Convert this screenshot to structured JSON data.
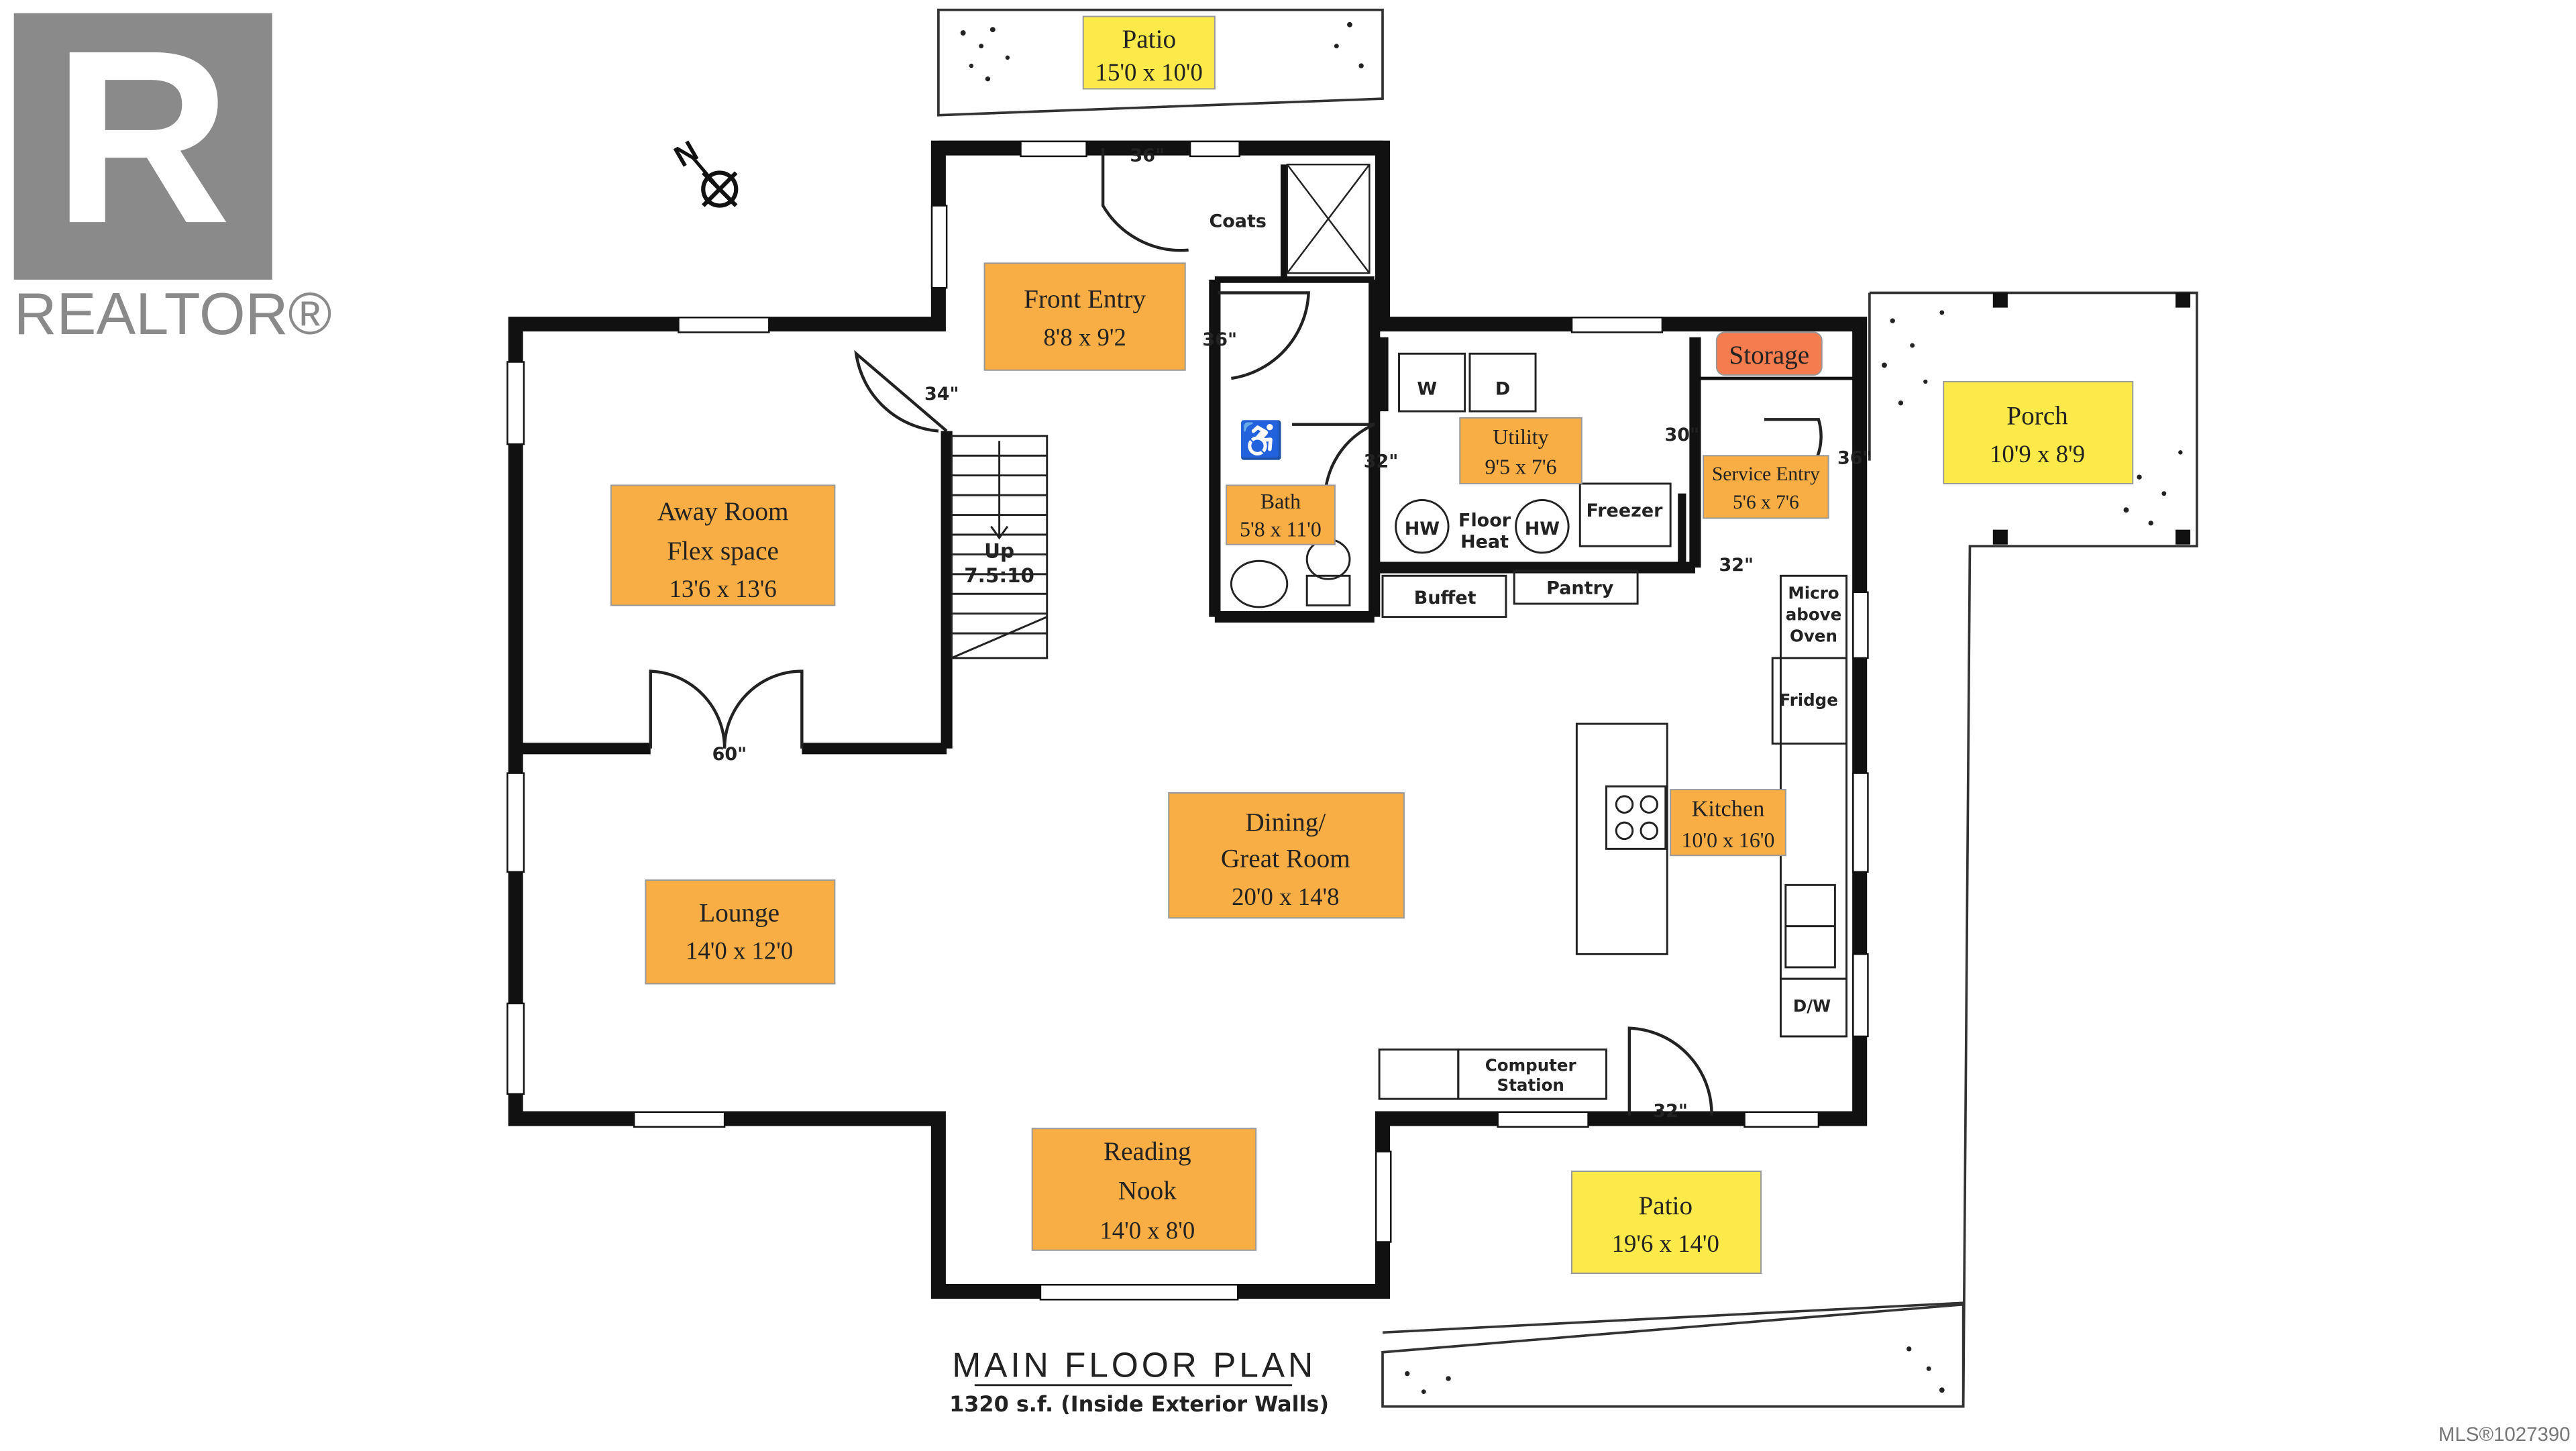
{
  "branding": {
    "realtor_mark": "R",
    "realtor_text": "REALTOR®",
    "mls": "MLS®1027390"
  },
  "plan": {
    "title": "MAIN FLOOR PLAN",
    "subtitle": "1320 s.f. (Inside Exterior Walls)",
    "compass": "N"
  },
  "rooms": {
    "patio_top": {
      "name": "Patio",
      "dims": "15'0 x 10'0"
    },
    "front_entry": {
      "name": "Front Entry",
      "dims": "8'8 x 9'2"
    },
    "storage": {
      "name": "Storage"
    },
    "porch": {
      "name": "Porch",
      "dims": "10'9 x 8'9"
    },
    "away_room": {
      "name": "Away Room",
      "name2": "Flex space",
      "dims": "13'6 x 13'6"
    },
    "utility": {
      "name": "Utility",
      "dims": "9'5 x 7'6"
    },
    "service_entry": {
      "name": "Service Entry",
      "dims": "5'6 x 7'6"
    },
    "bath": {
      "name": "Bath",
      "dims": "5'8 x 11'0"
    },
    "dining": {
      "name": "Dining/",
      "name2": "Great Room",
      "dims": "20'0 x 14'8"
    },
    "kitchen": {
      "name": "Kitchen",
      "dims": "10'0 x 16'0"
    },
    "lounge": {
      "name": "Lounge",
      "dims": "14'0 x 12'0"
    },
    "reading_nook": {
      "name": "Reading",
      "name2": "Nook",
      "dims": "14'0 x 8'0"
    },
    "patio_bottom": {
      "name": "Patio",
      "dims": "19'6 x 14'0"
    }
  },
  "fixtures": {
    "coats": "Coats",
    "washer": "W",
    "dryer": "D",
    "hw1": "HW",
    "hw2": "HW",
    "floor_heat_1": "Floor",
    "floor_heat_2": "Heat",
    "freezer": "Freezer",
    "buffet": "Buffet",
    "pantry": "Pantry",
    "micro_1": "Micro",
    "micro_2": "above",
    "micro_3": "Oven",
    "fridge": "Fridge",
    "dw": "D/W",
    "computer_1": "Computer",
    "computer_2": "Station",
    "stairs_up": "Up",
    "stairs_ratio": "7.5:10"
  },
  "door_widths": {
    "entry_top": "36\"",
    "entry_coat": "36\"",
    "away": "34\"",
    "bath": "32\"",
    "utility": "30\"",
    "service": "36\"",
    "kitchen": "32\"",
    "away_double": "60\"",
    "patio": "32\""
  },
  "colors": {
    "orange": "#F8AD45",
    "yellow": "#FCE94A",
    "storage": "#F47C4E",
    "wall": "#111111",
    "realtor_gray": "#8A8A8A"
  }
}
